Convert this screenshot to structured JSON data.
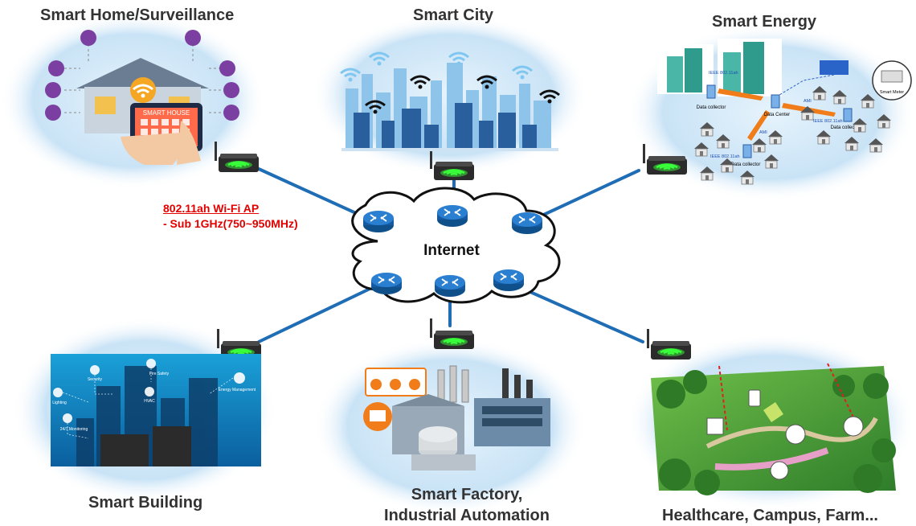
{
  "titles": {
    "home": "Smart Home/Surveillance",
    "city": "Smart City",
    "energy": "Smart Energy",
    "building": "Smart Building",
    "factory_line1": "Smart Factory,",
    "factory_line2": "Industrial Automation",
    "health": "Healthcare, Campus, Farm..."
  },
  "access_point": {
    "line1": "802.11ah Wi-Fi AP",
    "line2": "- Sub 1GHz(750~950MHz)"
  },
  "cloud": {
    "label": "Internet"
  },
  "home_inset": {
    "tablet_label": "SMART HOUSE"
  },
  "energy_inset": {
    "data_collector": "Data collector",
    "data_center": "Data Center",
    "smart_meter": "Smart Meter",
    "ieee": "IEEE 802.11ah",
    "ami": "AMI"
  },
  "building_inset": {
    "security": "Security",
    "fire_safety": "Fire Safety",
    "lighting": "Lighting",
    "hvac": "HVAC",
    "energy_mgmt": "Energy Management",
    "monitoring": "24/7 Monitoring"
  },
  "colors": {
    "link": "#1f6db5",
    "router": "#1f6db5",
    "ap_led": "#39ff3a",
    "ellipse": "#cfe6f7",
    "ap_text": "#e00000"
  }
}
